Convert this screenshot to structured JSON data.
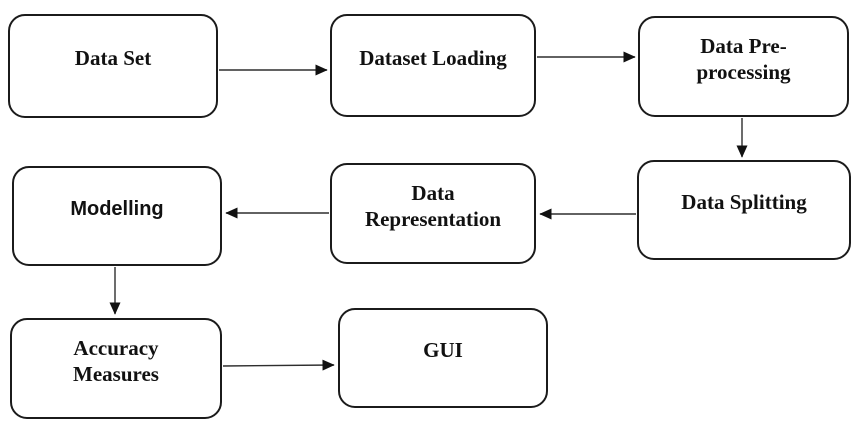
{
  "diagram": {
    "type": "flowchart",
    "background_color": "#ffffff",
    "box_border_color": "#1b1b1b",
    "text_color": "#111111",
    "arrow_color": "#2e2e2e",
    "nodes": [
      {
        "id": "data-set",
        "label": "Data Set"
      },
      {
        "id": "dataset-loading",
        "label": "Dataset Loading"
      },
      {
        "id": "data-preprocessing",
        "label": "Data Pre-\nprocessing"
      },
      {
        "id": "data-splitting",
        "label": "Data Splitting"
      },
      {
        "id": "data-representation",
        "label": "Data\nRepresentation"
      },
      {
        "id": "modelling",
        "label": "Modelling"
      },
      {
        "id": "accuracy-measures",
        "label": "Accuracy\nMeasures"
      },
      {
        "id": "gui",
        "label": "GUI"
      }
    ],
    "edges": [
      {
        "from": "data-set",
        "to": "dataset-loading",
        "direction": "right"
      },
      {
        "from": "dataset-loading",
        "to": "data-preprocessing",
        "direction": "right"
      },
      {
        "from": "data-preprocessing",
        "to": "data-splitting",
        "direction": "down"
      },
      {
        "from": "data-splitting",
        "to": "data-representation",
        "direction": "left"
      },
      {
        "from": "data-representation",
        "to": "modelling",
        "direction": "left"
      },
      {
        "from": "modelling",
        "to": "accuracy-measures",
        "direction": "down"
      },
      {
        "from": "accuracy-measures",
        "to": "gui",
        "direction": "right"
      }
    ]
  }
}
